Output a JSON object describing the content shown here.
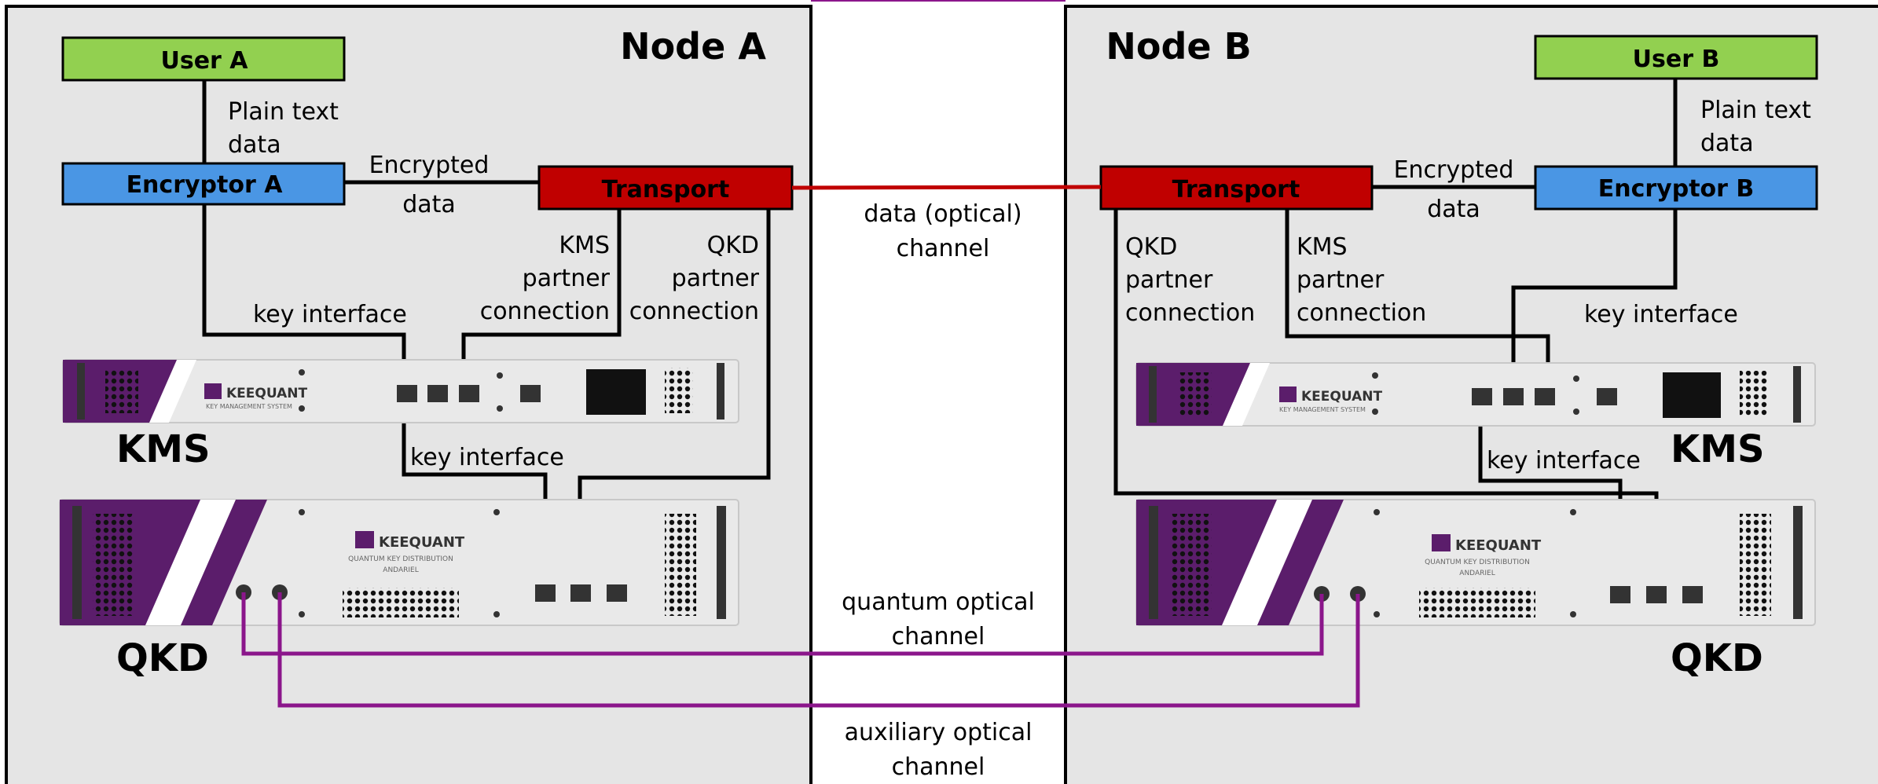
{
  "colors": {
    "node_bg": "#e5e5e5",
    "user_green": "#92d050",
    "encryptor_blue": "#4a96e4",
    "transport_red": "#c00000",
    "optical_purple": "#8b168b",
    "line_black": "#000000",
    "device_purple": "#5b1d6b"
  },
  "node_a": {
    "title": "Node A",
    "user": "User A",
    "encryptor": "Encryptor A",
    "transport": "Transport",
    "plain_text": [
      "Plain text",
      "data"
    ],
    "encrypted": [
      "Encrypted",
      "data"
    ],
    "kms_partner": [
      "KMS",
      "partner",
      "connection"
    ],
    "qkd_partner": [
      "QKD",
      "partner",
      "connection"
    ],
    "key_interface_top": "key interface",
    "key_interface_mid": "key interface",
    "kms_label": "KMS",
    "qkd_label": "QKD"
  },
  "node_b": {
    "title": "Node B",
    "user": "User B",
    "encryptor": "Encryptor B",
    "transport": "Transport",
    "plain_text": [
      "Plain text",
      "data"
    ],
    "encrypted": [
      "Encrypted",
      "data"
    ],
    "kms_partner": [
      "KMS",
      "partner",
      "connection"
    ],
    "qkd_partner": [
      "QKD",
      "partner",
      "connection"
    ],
    "key_interface_top": "key interface",
    "key_interface_mid": "key interface",
    "kms_label": "KMS",
    "qkd_label": "QKD"
  },
  "channels": {
    "data": [
      "data (optical)",
      "channel"
    ],
    "quantum": [
      "quantum optical",
      "channel"
    ],
    "auxiliary": [
      "auxiliary optical",
      "channel"
    ]
  },
  "devices": {
    "brand": "KEEQUANT",
    "kms_sub": "KEY MANAGEMENT SYSTEM",
    "qkd_sub": "QUANTUM KEY DISTRIBUTION",
    "qkd_model": "ANDARIEL"
  }
}
